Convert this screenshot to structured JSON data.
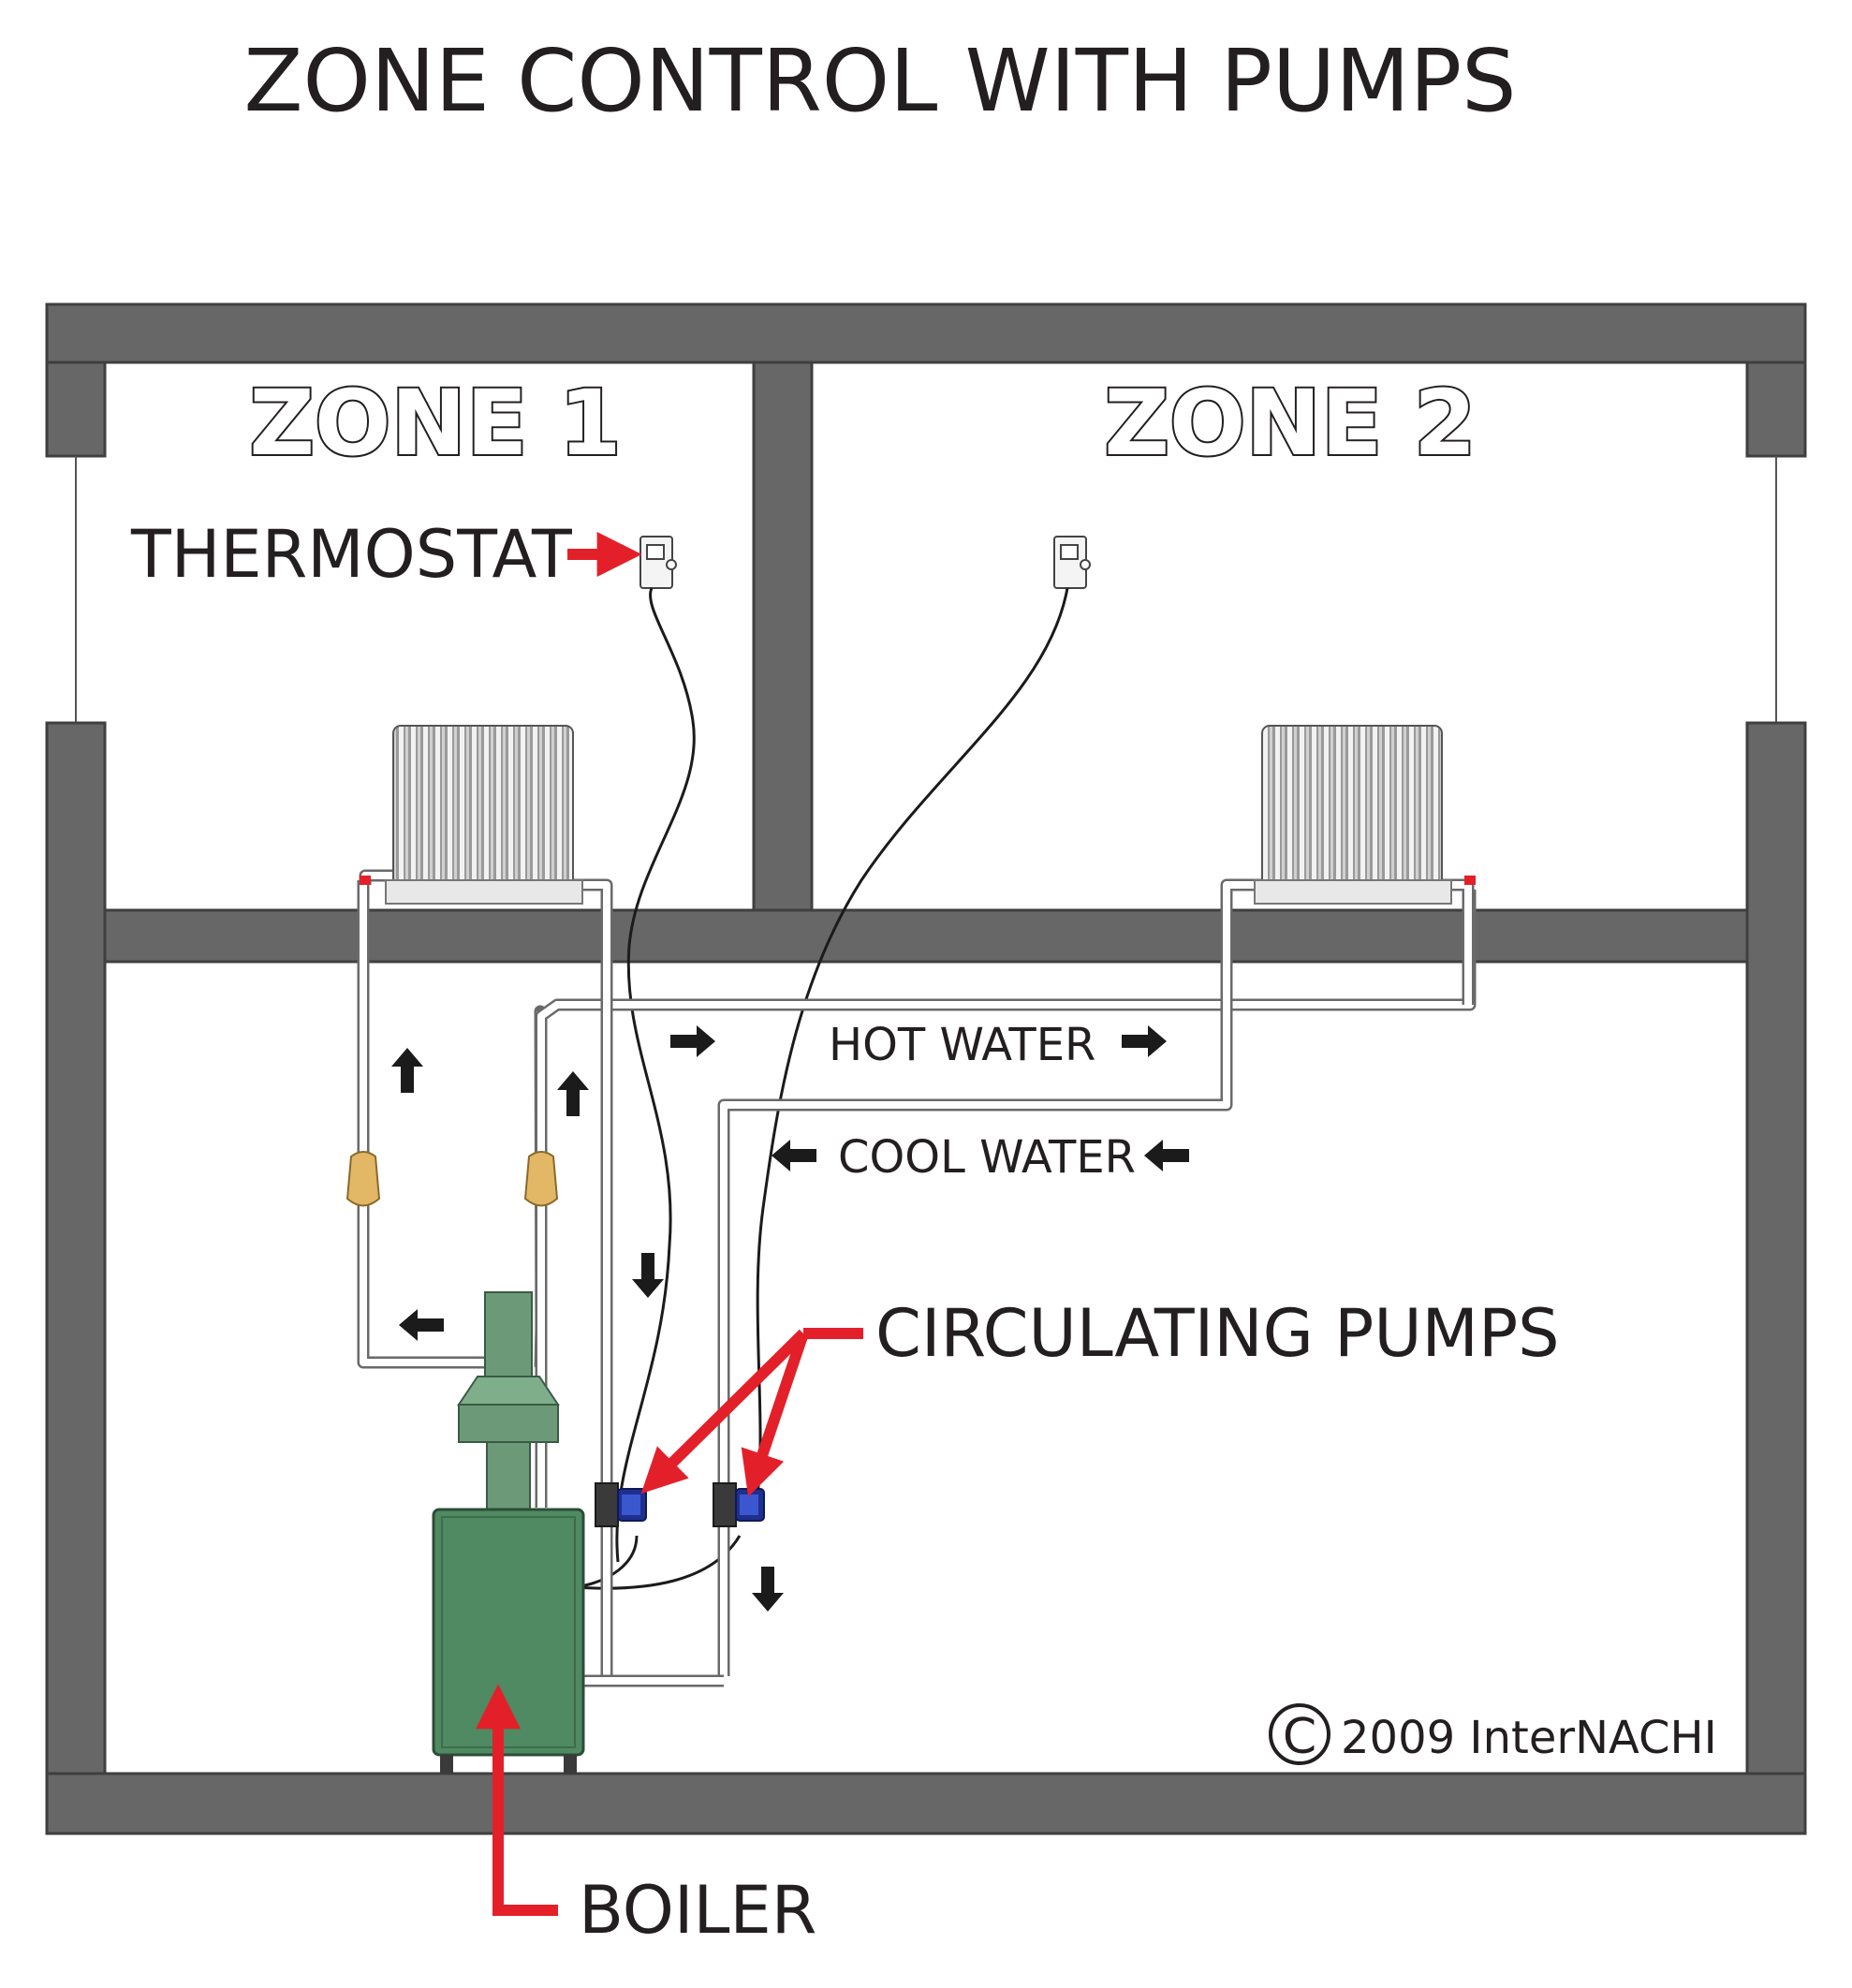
{
  "title": "ZONE CONTROL WITH PUMPS",
  "zones": [
    "ZONE 1",
    "ZONE 2"
  ],
  "labels": {
    "thermostat": "THERMOSTAT",
    "circulating_pumps": "CIRCULATING PUMPS",
    "boiler": "BOILER"
  },
  "flow": {
    "hot_water": "HOT WATER",
    "cool_water": "COOL WATER"
  },
  "copyright": {
    "symbol": "C",
    "text": "2009  InterNACHI"
  },
  "colors": {
    "wall": "#676767",
    "pointer_red": "#e3202a",
    "boiler_green": "#4f8a62",
    "pump_blue": "#1e2f8f",
    "radiator_gray": "#8f8f8f",
    "valve_tan": "#e2b766"
  }
}
